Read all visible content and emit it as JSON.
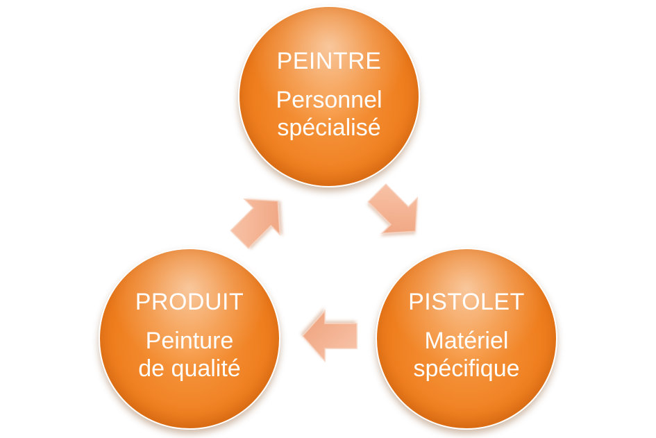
{
  "diagram": {
    "nodes": [
      {
        "id": "peintre",
        "title": "PEINTRE",
        "description": "Personnel\nspécialisé"
      },
      {
        "id": "pistolet",
        "title": "PISTOLET",
        "description": "Matériel\nspécifique"
      },
      {
        "id": "produit",
        "title": "PRODUIT",
        "description": "Peinture\nde qualité"
      }
    ],
    "edges": [
      {
        "from": "peintre",
        "to": "pistolet"
      },
      {
        "from": "pistolet",
        "to": "produit"
      },
      {
        "from": "produit",
        "to": "peintre"
      }
    ],
    "colors": {
      "node_fill": "#ef7f1f",
      "node_text": "#ffffff",
      "arrow_fill": "#f4b393",
      "background": "#ffffff"
    }
  }
}
